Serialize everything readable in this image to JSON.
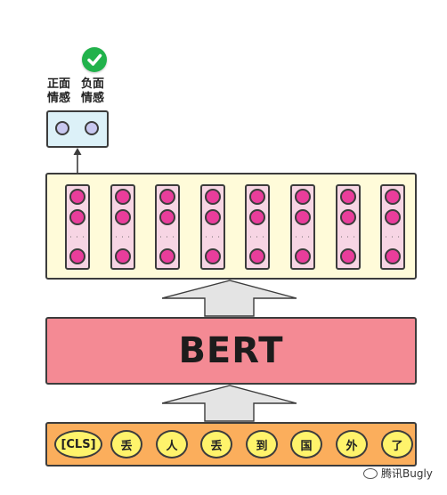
{
  "output": {
    "labels": [
      {
        "line1": "正面",
        "line2": "情感"
      },
      {
        "line1": "负面",
        "line2": "情感"
      }
    ],
    "selected_icon": "checkmark-icon",
    "check_color": "#21b24b"
  },
  "hidden_states": {
    "count": 8,
    "ellipsis": "· · ·"
  },
  "model": {
    "label": "BERT",
    "color": "#f48a94"
  },
  "tokens": [
    "[CLS]",
    "丢",
    "人",
    "丢",
    "到",
    "国",
    "外",
    "了"
  ],
  "watermark": {
    "text": "腾讯Bugly",
    "icon": "wechat-icon"
  },
  "colors": {
    "token_fill": "#fff36b",
    "token_row": "#fbae5c",
    "panel": "#fffbd9",
    "column": "#f7d5e4",
    "dot": "#e93d9b",
    "output_box": "#dcf1f8",
    "output_circle": "#c8c8f0",
    "arrow": "#e4e4e4"
  }
}
